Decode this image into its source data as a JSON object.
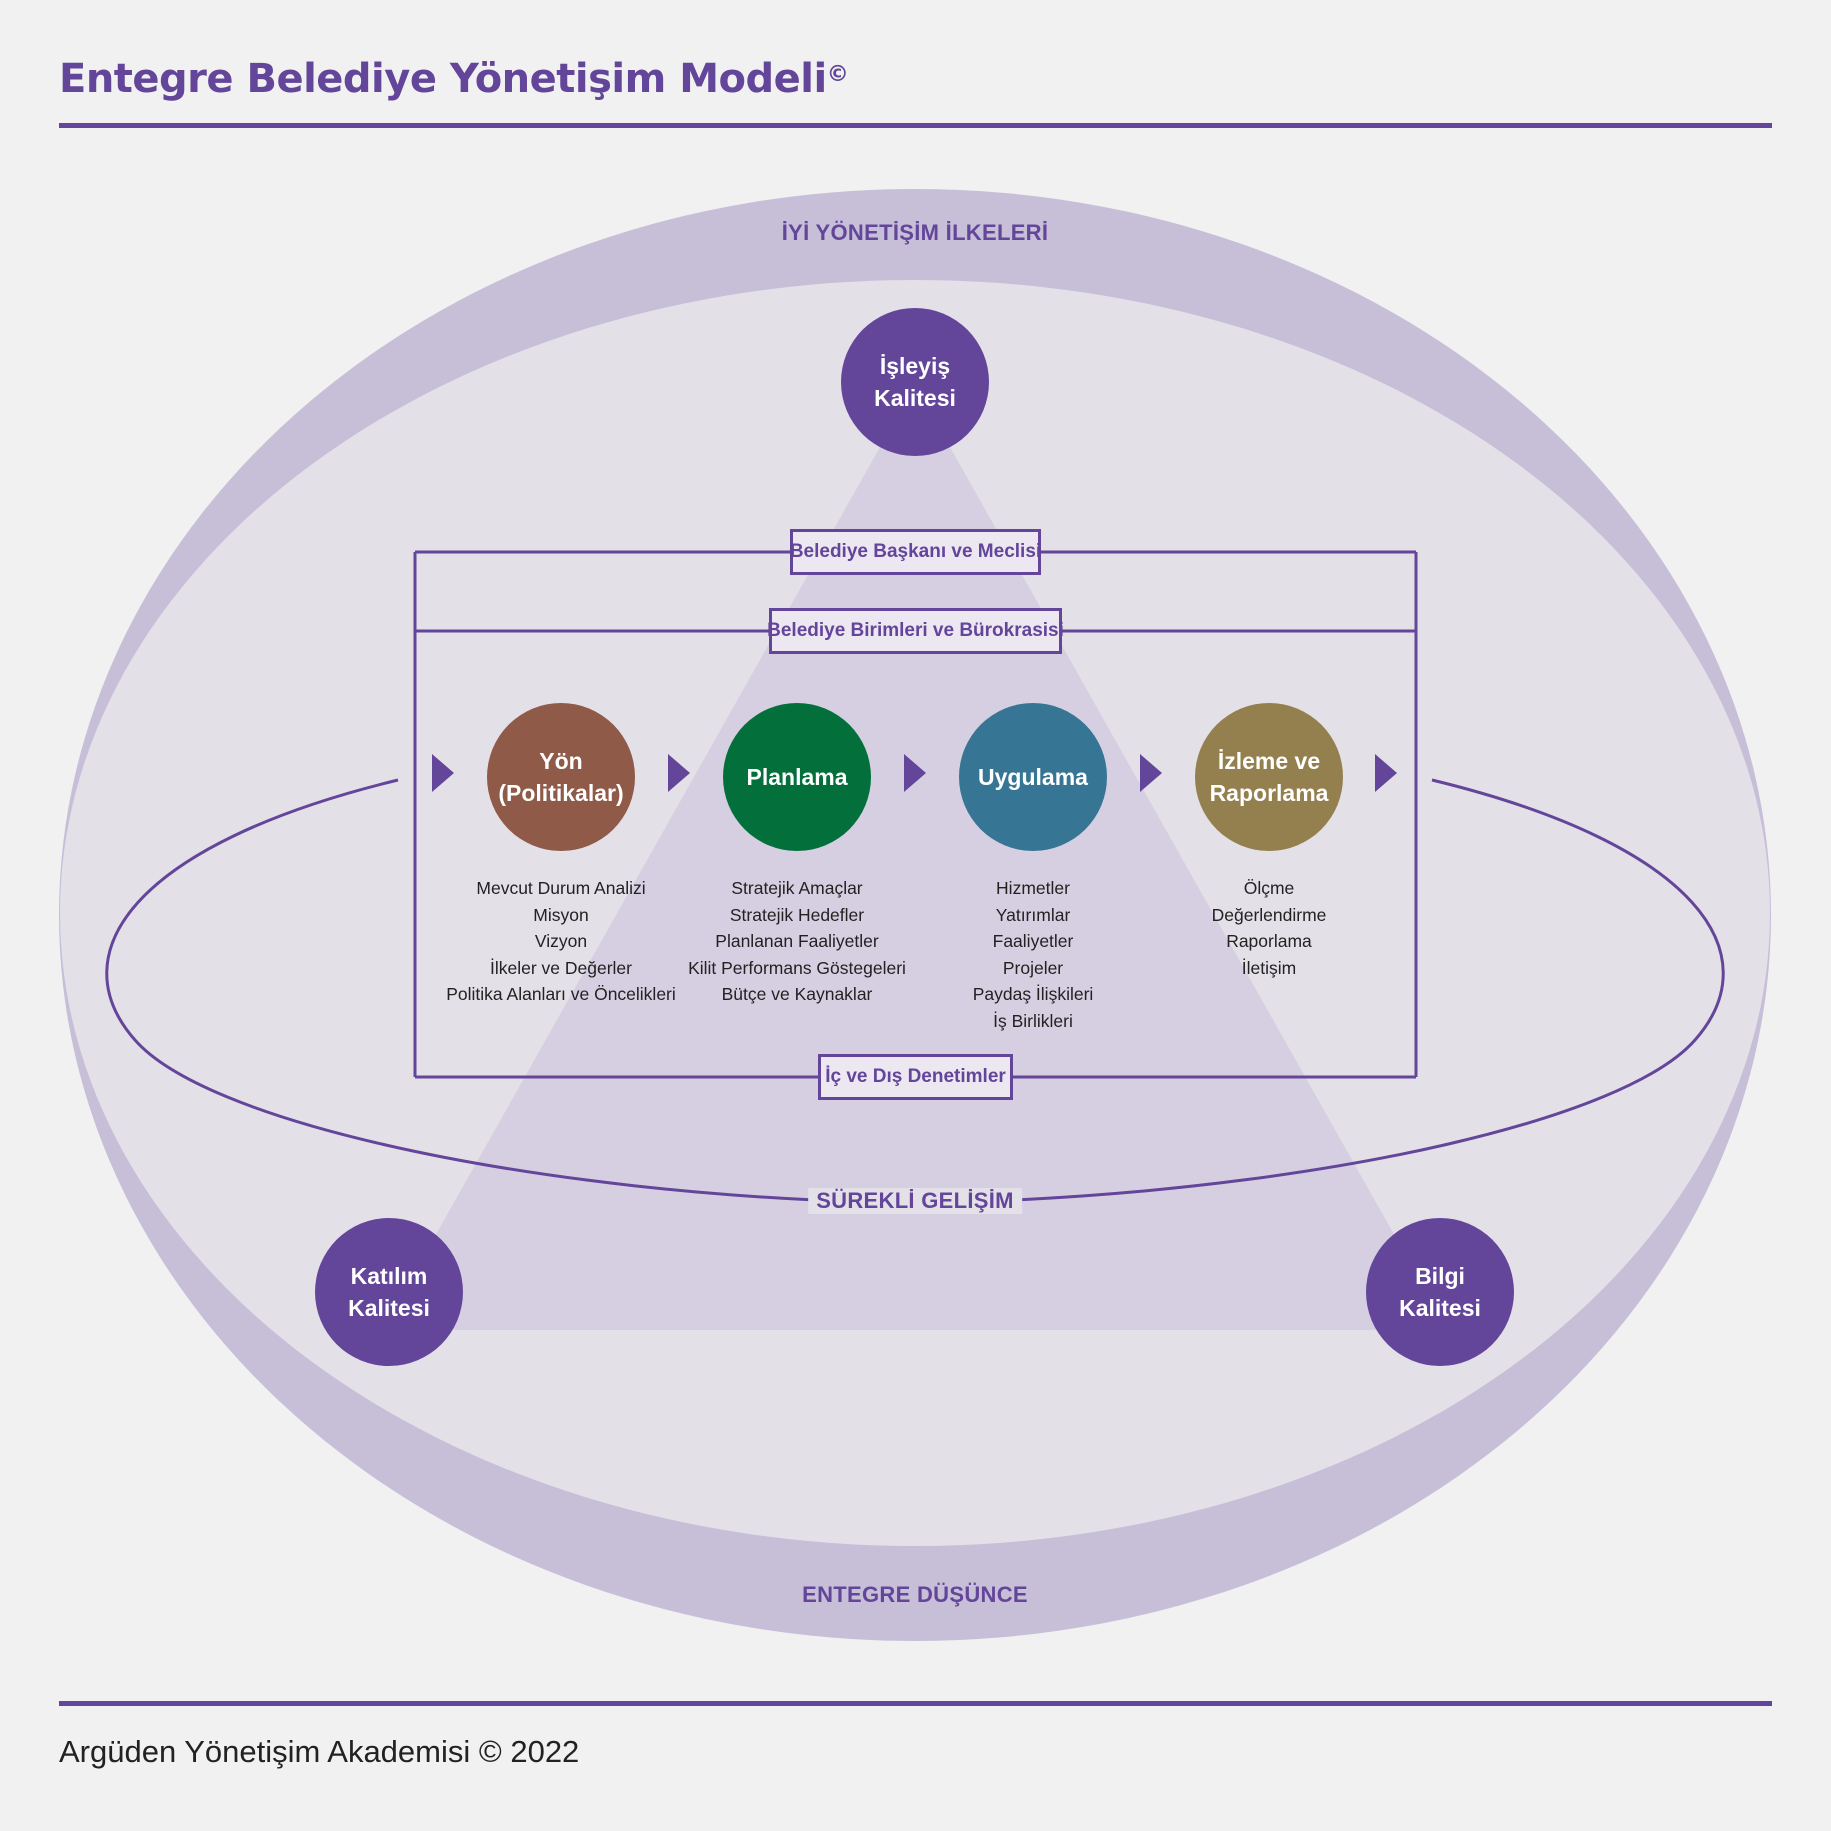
{
  "header": {
    "title": "Entegre Belediye Yönetişim Modeli",
    "title_mark": "©"
  },
  "footer": {
    "text": "Argüden Yönetişim Akademisi © 2022"
  },
  "outer_band": {
    "top_label": "İYİ YÖNETİŞİM İLKELERİ",
    "bottom_label": "ENTEGRE DÜŞÜNCE"
  },
  "loop": {
    "label": "SÜREKLİ GELİŞİM"
  },
  "quality_nodes": {
    "top": [
      "İşleyiş",
      "Kalitesi"
    ],
    "left": [
      "Katılım",
      "Kalitesi"
    ],
    "right": [
      "Bilgi",
      "Kalitesi"
    ]
  },
  "frame": {
    "top_box": "Belediye Başkanı ve Meclisi",
    "second_box": "Belediye Birimleri ve Bürokrasisi",
    "bottom_box": "İç ve Dış Denetimler"
  },
  "stages": [
    {
      "name": [
        "Yön",
        "(Politikalar)"
      ],
      "color": "#8f5a48",
      "items": [
        "Mevcut Durum Analizi",
        "Misyon",
        "Vizyon",
        "İlkeler ve Değerler",
        "Politika Alanları ve Öncelikleri"
      ]
    },
    {
      "name": [
        "Planlama"
      ],
      "color": "#03703c",
      "items": [
        "Stratejik Amaçlar",
        "Stratejik Hedefler",
        "Planlanan Faaliyetler",
        "Kilit Performans Göstegeleri",
        "Bütçe ve Kaynaklar"
      ]
    },
    {
      "name": [
        "Uygulama"
      ],
      "color": "#377594",
      "items": [
        "Hizmetler",
        "Yatırımlar",
        "Faaliyetler",
        "Projeler",
        "Paydaş İlişkileri",
        "İş Birlikleri"
      ]
    },
    {
      "name": [
        "İzleme ve",
        "Raporlama"
      ],
      "color": "#94804f",
      "items": [
        "Ölçme",
        "Değerlendirme",
        "Raporlama",
        "İletişim"
      ]
    }
  ],
  "colors": {
    "accent": "#63459a",
    "band": "#c7bfd8",
    "inner": "#e4e0e8",
    "triangle": "#d6cfe1"
  }
}
